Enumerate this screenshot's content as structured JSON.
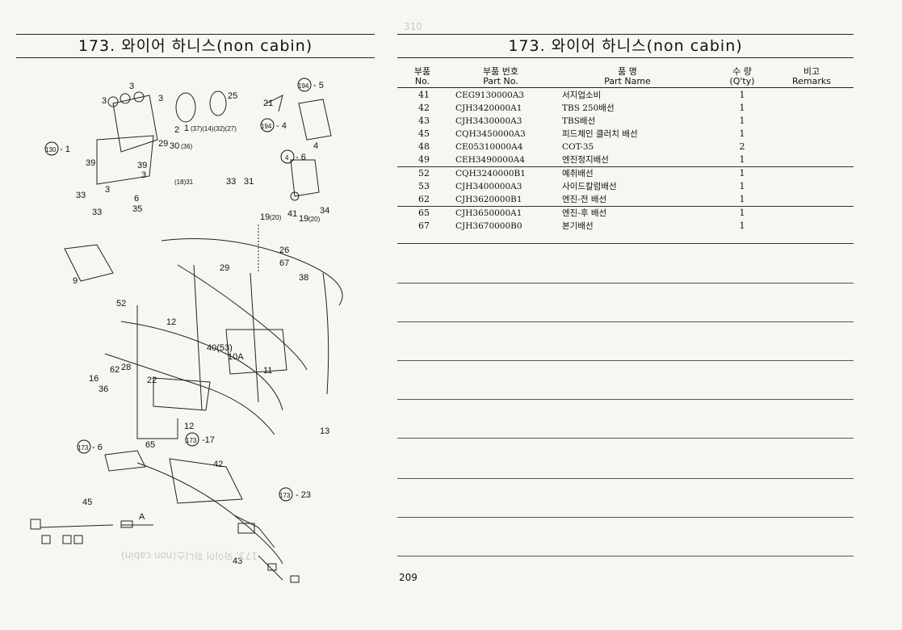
{
  "left_page": {
    "title": "173. 와이어 하니스(non cabin)",
    "mirror_text": "173. 와이어 하니스(non cabin)",
    "callouts": {
      "c1": "3",
      "c2": "3",
      "c3": "3",
      "c4": "25",
      "c5": "21",
      "c6": "194",
      "c7": "- 5",
      "c8": "2",
      "c9": "1",
      "c10": "(37)(14)(32)(27)",
      "c11": "194",
      "c12": "- 4",
      "c13": "130",
      "c14": "- 1",
      "c15": "29",
      "c16": "30",
      "c17": "(36)",
      "c18": "39",
      "c19": "39",
      "c20": "3",
      "c21": "(18)31",
      "c22": "33",
      "c23": "31",
      "c24": "4",
      "c25": "- 6",
      "c26": "4",
      "c27": "33",
      "c28": "3",
      "c29": "6",
      "c30": "33",
      "c31": "35",
      "c32": "34",
      "c33": "19",
      "c34": "(20)",
      "c35": "41",
      "c36": "19",
      "c37": "(20)",
      "c38": "26",
      "c39": "67",
      "c40": "29",
      "c41": "9",
      "c42": "38",
      "c43": "52",
      "c44": "12",
      "c45": "40(53)",
      "c46": "10A",
      "c47": "11",
      "c48": "16",
      "c49": "62",
      "c50": "28",
      "c51": "36",
      "c52": "22",
      "c53": "12",
      "c54": "13",
      "c55": "65",
      "c56": "173",
      "c57": "-17",
      "c58": "173",
      "c59": "- 6",
      "c60": "42",
      "c61": "173",
      "c62": "- 23",
      "c63": "45",
      "c64": "A",
      "c65": "43"
    }
  },
  "right_page": {
    "title": "173. 와이어 하니스(non cabin)",
    "bleed_top": "310",
    "page_number": "209",
    "headers": {
      "no_ko": "부품",
      "no_en": "No.",
      "part_ko": "부품  번호",
      "part_en": "Part  No.",
      "name_ko": "품          명",
      "name_en": "Part      Name",
      "qty_ko": "수    량",
      "qty_en": "(Q'ty)",
      "rem_ko": "비고",
      "rem_en": "Remarks"
    },
    "rows": [
      {
        "no": "41",
        "part": "CEG9130000A3",
        "name": "서지업소비",
        "qty": "1"
      },
      {
        "no": "42",
        "part": "CJH3420000A1",
        "name": "TBS 250배선",
        "qty": "1"
      },
      {
        "no": "43",
        "part": "CJH3430000A3",
        "name": "TBS배선",
        "qty": "1"
      },
      {
        "no": "45",
        "part": "CQH3450000A3",
        "name": "피드체인 클러치 배선",
        "qty": "1"
      },
      {
        "no": "48",
        "part": "CE05310000A4",
        "name": "COT-35",
        "qty": "2"
      },
      {
        "no": "49",
        "part": "CEH3490000A4",
        "name": "엔진정지배선",
        "qty": "1"
      },
      {
        "no": "52",
        "part": "CQH3240000B1",
        "name": "예취배선",
        "qty": "1"
      },
      {
        "no": "53",
        "part": "CJH3400000A3",
        "name": "사이드칼럼배선",
        "qty": "1"
      },
      {
        "no": "62",
        "part": "CJH3620000B1",
        "name": "엔진-전 배선",
        "qty": "1"
      },
      {
        "no": "65",
        "part": "CJH3650000A1",
        "name": "엔진-후 배선",
        "qty": "1"
      },
      {
        "no": "67",
        "part": "CJH3670000B0",
        "name": "본기배선",
        "qty": "1"
      }
    ]
  }
}
